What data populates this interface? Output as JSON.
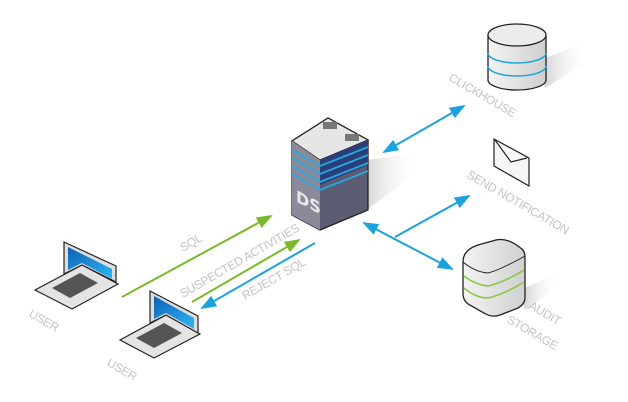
{
  "colors": {
    "blue_arrow": "#1aa3dc",
    "green_arrow": "#7ab929",
    "label": "#c4c4c4",
    "server_stripe": "#2b6fc4"
  },
  "nodes": {
    "clickhouse": {
      "label": "CLICKHOUSE",
      "icon": "database-cylinder-icon"
    },
    "notification": {
      "label": "SEND NOTIFICATION",
      "icon": "envelope-icon"
    },
    "audit": {
      "label_line1": "AUDIT",
      "label_line2": "STORAGE",
      "icon": "storage-box-icon"
    },
    "server": {
      "label": "DS",
      "icon": "server-icon"
    },
    "user1": {
      "label": "USER",
      "icon": "laptop-icon"
    },
    "user2": {
      "label": "USER",
      "icon": "laptop-icon"
    }
  },
  "edges": {
    "sql": "SQL",
    "suspected": "SUSPECTED ACTIVITIES",
    "reject": "REJECT SQL"
  }
}
